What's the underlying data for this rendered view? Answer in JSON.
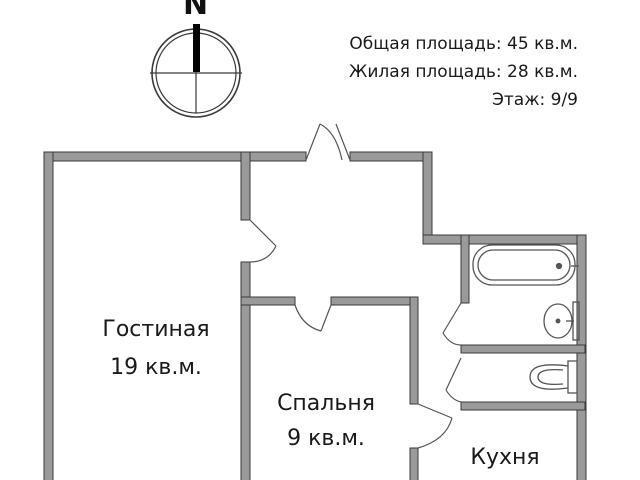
{
  "compass": {
    "north_label": "N"
  },
  "info": {
    "total_area": "Общая площадь: 45 кв.м.",
    "living_area": "Жилая площадь: 28 кв.м.",
    "floor": "Этаж: 9/9"
  },
  "rooms": {
    "living": {
      "name": "Гостиная",
      "area": "19 кв.м."
    },
    "bedroom": {
      "name": "Спальня",
      "area": "9 кв.м."
    },
    "kitchen": {
      "name": "Кухня"
    }
  },
  "colors": {
    "wall": "#9a9a9a",
    "wall_outline": "#3a3a3a",
    "line": "#555555"
  }
}
